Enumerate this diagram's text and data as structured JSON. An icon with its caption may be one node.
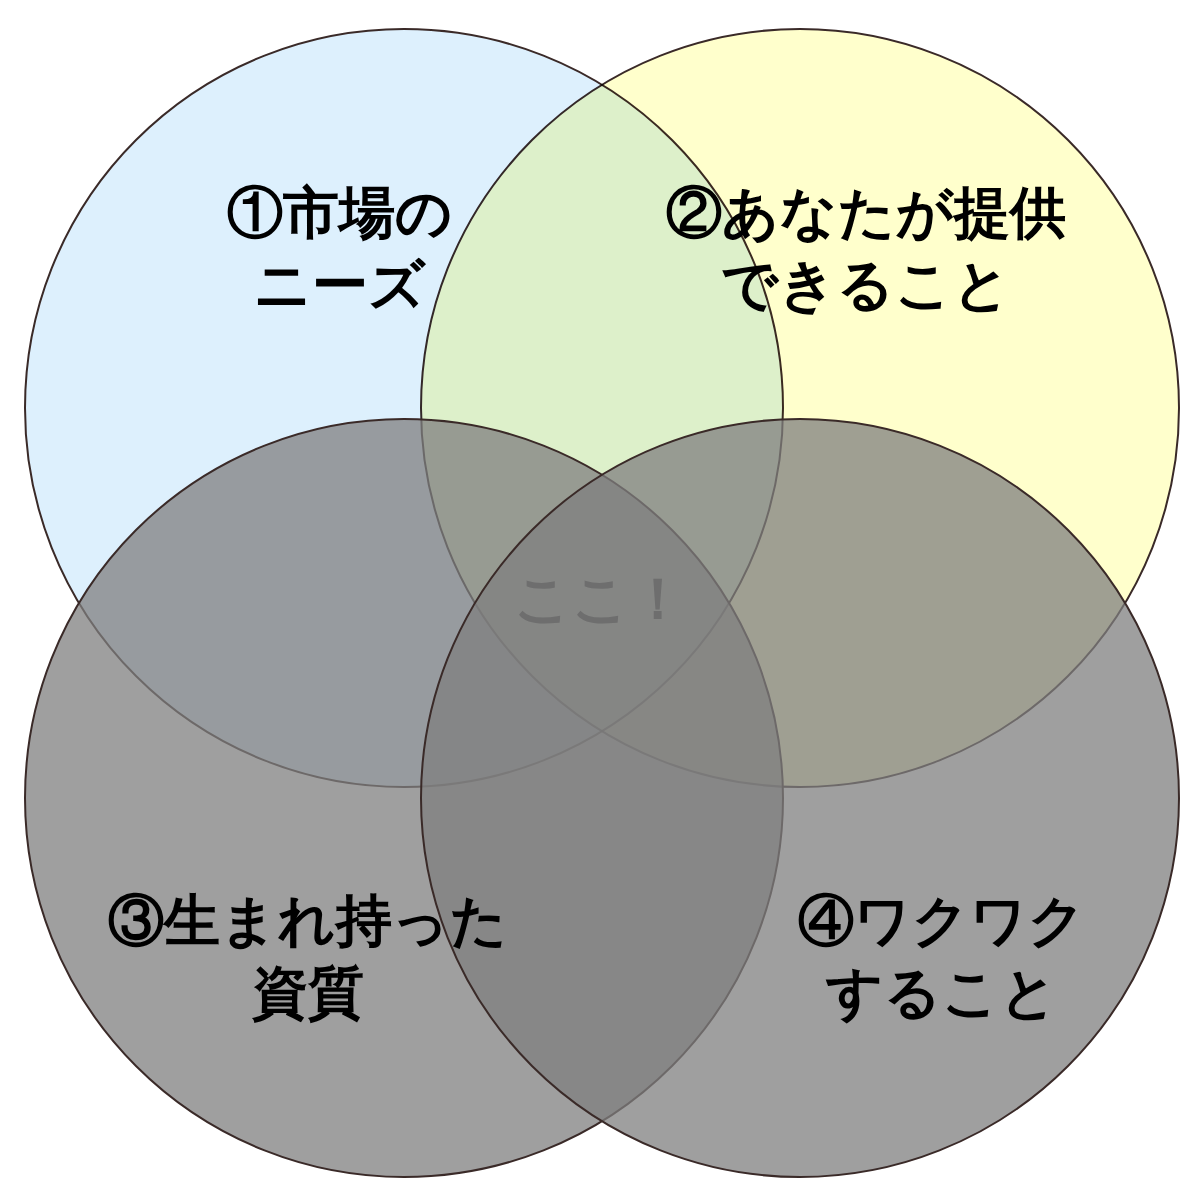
{
  "diagram": {
    "nodes": [
      {
        "text": [
          "①市場のニーズ"
        ]
      },
      {
        "text": [
          "②あなたが提供できること"
        ]
      },
      {
        "text": [
          "③生まれ持った資質"
        ]
      },
      {
        "text": [
          "④ワクワクすること"
        ]
      }
    ],
    "labels": [
      "ここ！"
    ]
  }
}
